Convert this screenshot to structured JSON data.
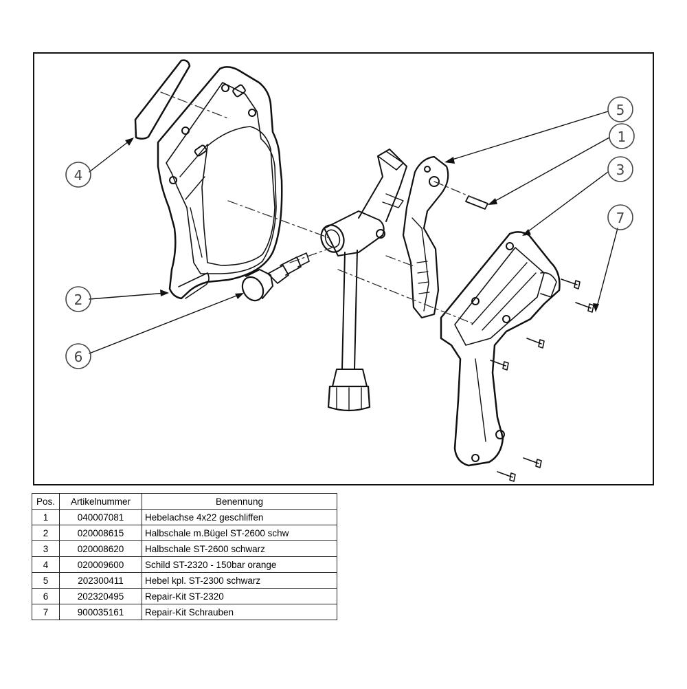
{
  "callouts": [
    "4",
    "2",
    "6",
    "5",
    "1",
    "3",
    "7"
  ],
  "table": {
    "headers": [
      "Pos.",
      "Artikelnummer",
      "Benennung"
    ],
    "rows": [
      {
        "pos": "1",
        "artikel": "040007081",
        "benennung": "Hebelachse 4x22 geschliffen"
      },
      {
        "pos": "2",
        "artikel": "020008615",
        "benennung": "Halbschale m.Bügel ST-2600 schw"
      },
      {
        "pos": "3",
        "artikel": "020008620",
        "benennung": "Halbschale ST-2600 schwarz"
      },
      {
        "pos": "4",
        "artikel": "020009600",
        "benennung": "Schild ST-2320 - 150bar orange"
      },
      {
        "pos": "5",
        "artikel": "202300411",
        "benennung": "Hebel kpl. ST-2300 schwarz"
      },
      {
        "pos": "6",
        "artikel": "202320495",
        "benennung": "Repair-Kit ST-2320"
      },
      {
        "pos": "7",
        "artikel": "900035161",
        "benennung": "Repair-Kit Schrauben"
      }
    ]
  }
}
